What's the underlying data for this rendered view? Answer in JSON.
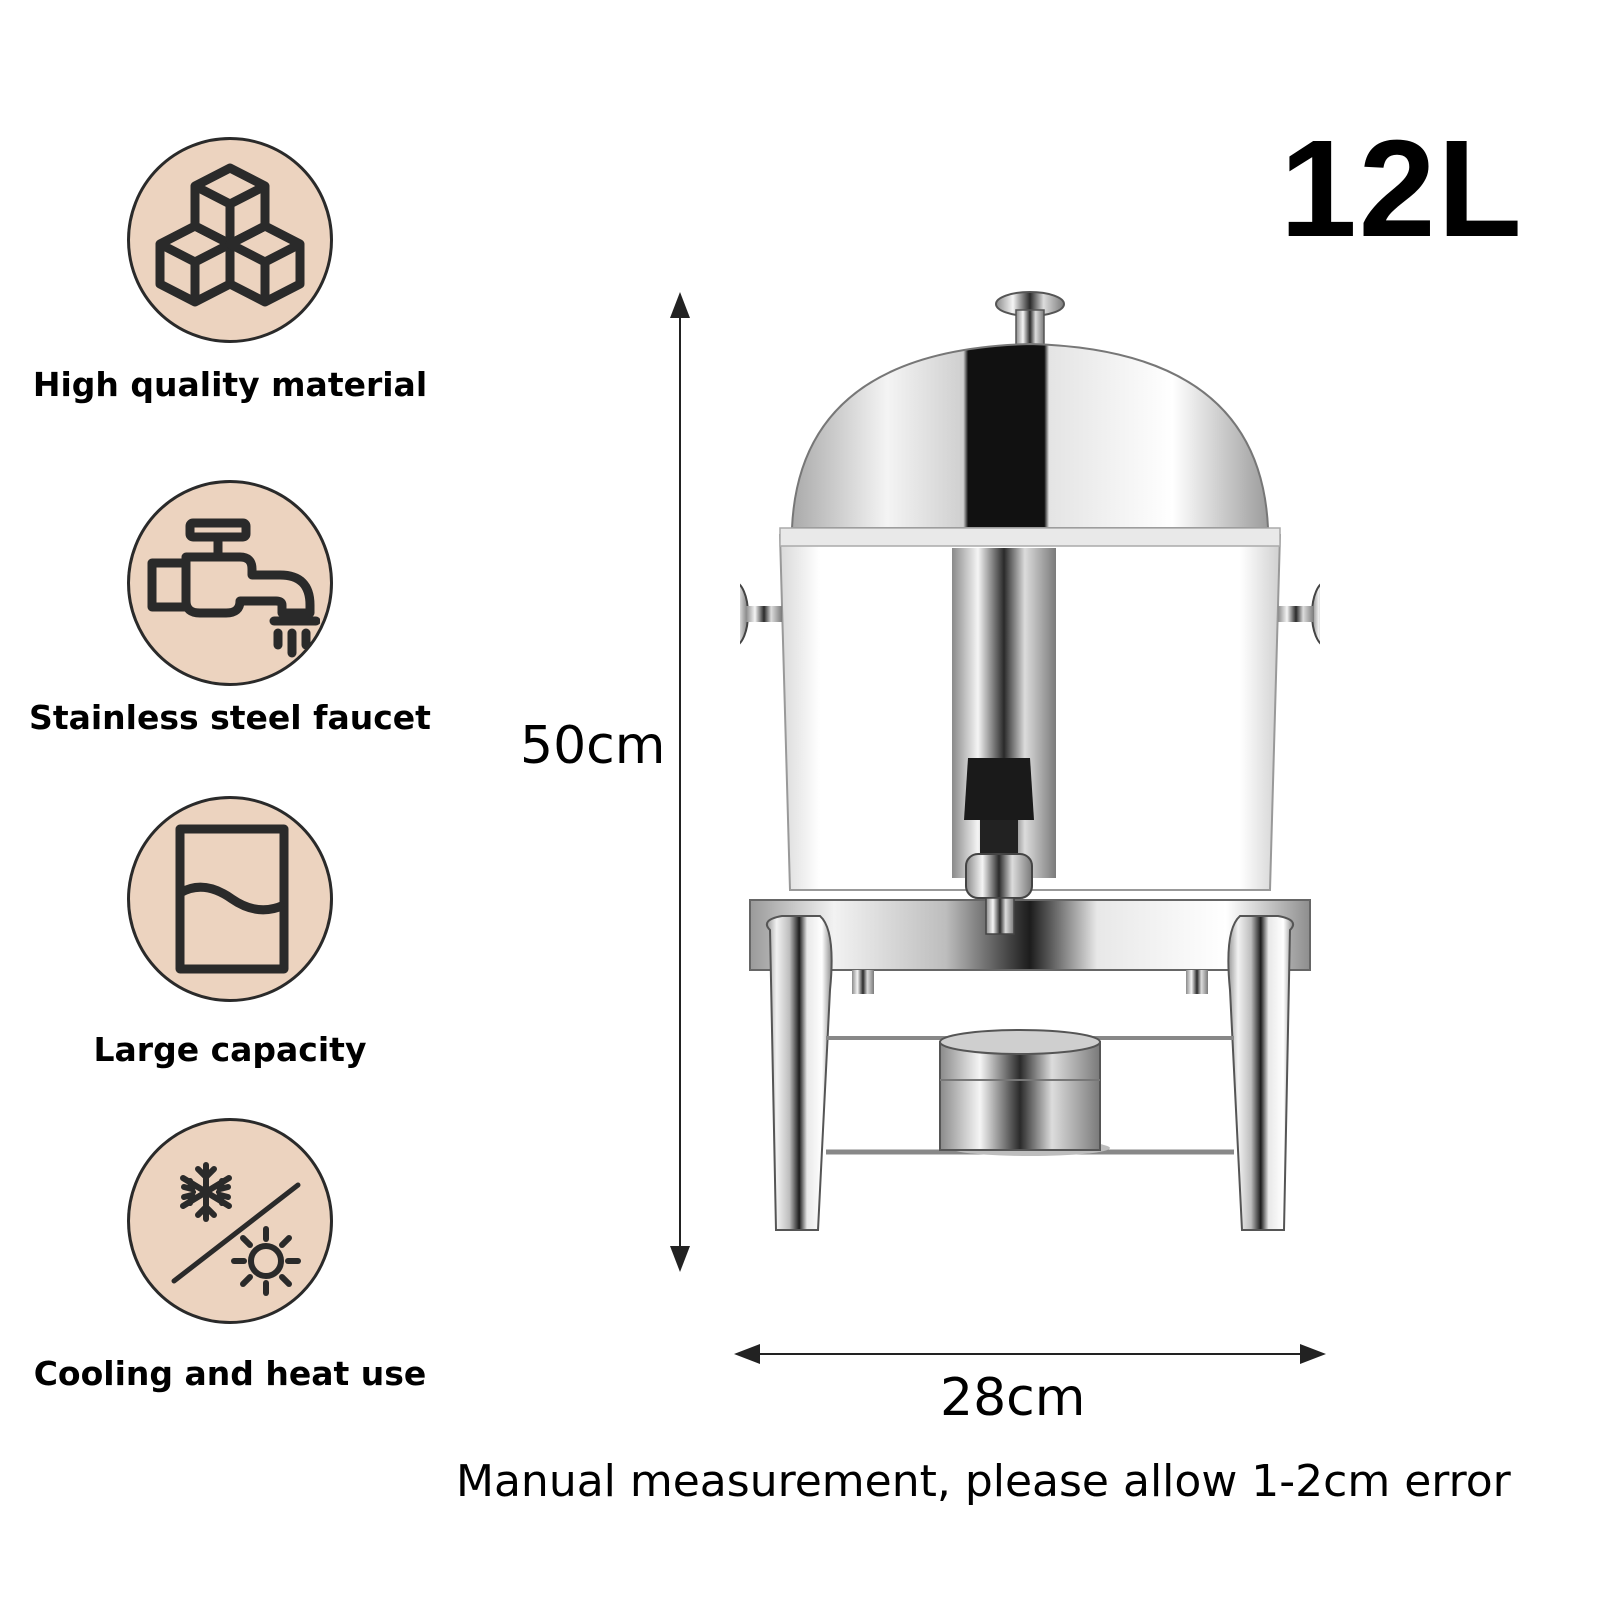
{
  "capacity": "12L",
  "features": [
    {
      "icon": "ice-cubes-icon",
      "label": "High quality material"
    },
    {
      "icon": "faucet-icon",
      "label": "Stainless steel faucet"
    },
    {
      "icon": "container-level-icon",
      "label": "Large capacity"
    },
    {
      "icon": "snowflake-sun-icon",
      "label": "Cooling and heat use"
    }
  ],
  "dimensions": {
    "height": "50cm",
    "width": "28cm"
  },
  "note": "Manual measurement, please allow 1-2cm error",
  "colors": {
    "icon_disc": "#ecd3bf",
    "icon_stroke": "#2a2a2a"
  }
}
